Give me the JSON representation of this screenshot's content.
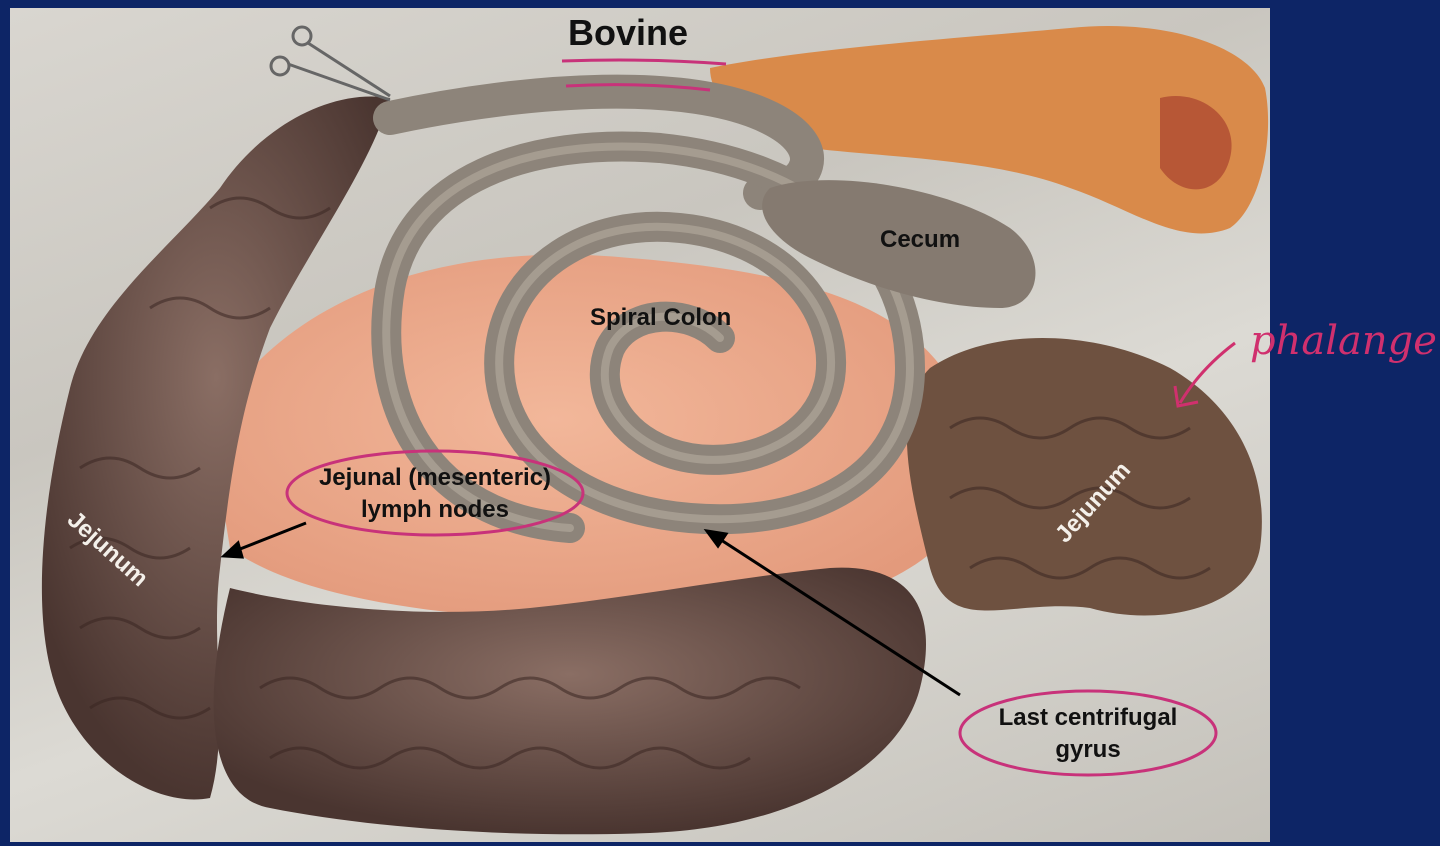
{
  "title": "Bovine",
  "labels": {
    "cecum": "Cecum",
    "spiral_colon": "Spiral Colon",
    "jejunum_left": "Jejunum",
    "jejunum_right": "Jejunum",
    "lymph_nodes_line1": "Jejunal (mesenteric)",
    "lymph_nodes_line2": "lymph nodes",
    "gyrus_line1": "Last centrifugal",
    "gyrus_line2": "gyrus"
  },
  "annotation": {
    "handwritten": "phalange?"
  },
  "colors": {
    "background": "#0d2566",
    "annotation_ink": "#d0306e",
    "label_text": "#111111"
  }
}
